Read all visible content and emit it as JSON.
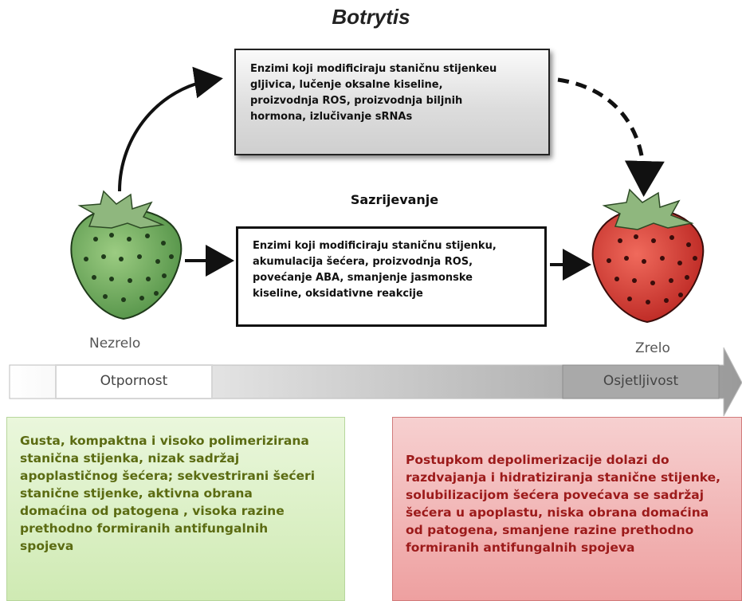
{
  "title": "Botrytis",
  "top_box": {
    "lines": [
      "Enzimi koji modificiraju staničnu stijenkeu",
      "gljivica, lučenje oksalne kiseline,",
      "proizvodnja ROS, proizvodnja biljnih",
      "hormona, izlučivanje sRNAs"
    ]
  },
  "middle_heading": "Sazrijevanje",
  "middle_box": {
    "lines": [
      "Enzimi koji modificiraju staničnu stijenku,",
      "akumulacija šećera, proizvodnja ROS,",
      "povećanje ABA, smanjenje jasmonske",
      "kiseline, oksidativne reakcije"
    ]
  },
  "fruit_left_label": "Nezrelo",
  "fruit_right_label": "Zrelo",
  "scale": {
    "left_label": "Otpornost",
    "right_label": "Osjetljivost"
  },
  "left_panel": {
    "lines": [
      "Gusta, kompaktna i visoko polimerizirana",
      "stanična stijenka, nizak sadržaj",
      "apoplastičnog šećera; sekvestrirani šećeri",
      "stanične stijenke, aktivna obrana",
      "domaćina od patogena , visoka razine",
      "prethodno formiranih antifungalnih",
      "spojeva"
    ]
  },
  "right_panel": {
    "lines": [
      "Postupkom depolimerizacije dolazi do",
      "razdvajanja i hidratiziranja stanične stijenke,",
      "solubilizacijom šećera povećava se sadržaj",
      "šećera u apoplastu, niska obrana domaćina",
      "od patogena, smanjene razine prethodno",
      "formiranih antifungalnih spojeva"
    ]
  },
  "colors": {
    "unripe_fruit": "#6fa85a",
    "ripe_fruit": "#d83a33",
    "leaf": "#8fb77e",
    "green_panel_text": "#5b6b12",
    "red_panel_text": "#9c1a1a"
  }
}
